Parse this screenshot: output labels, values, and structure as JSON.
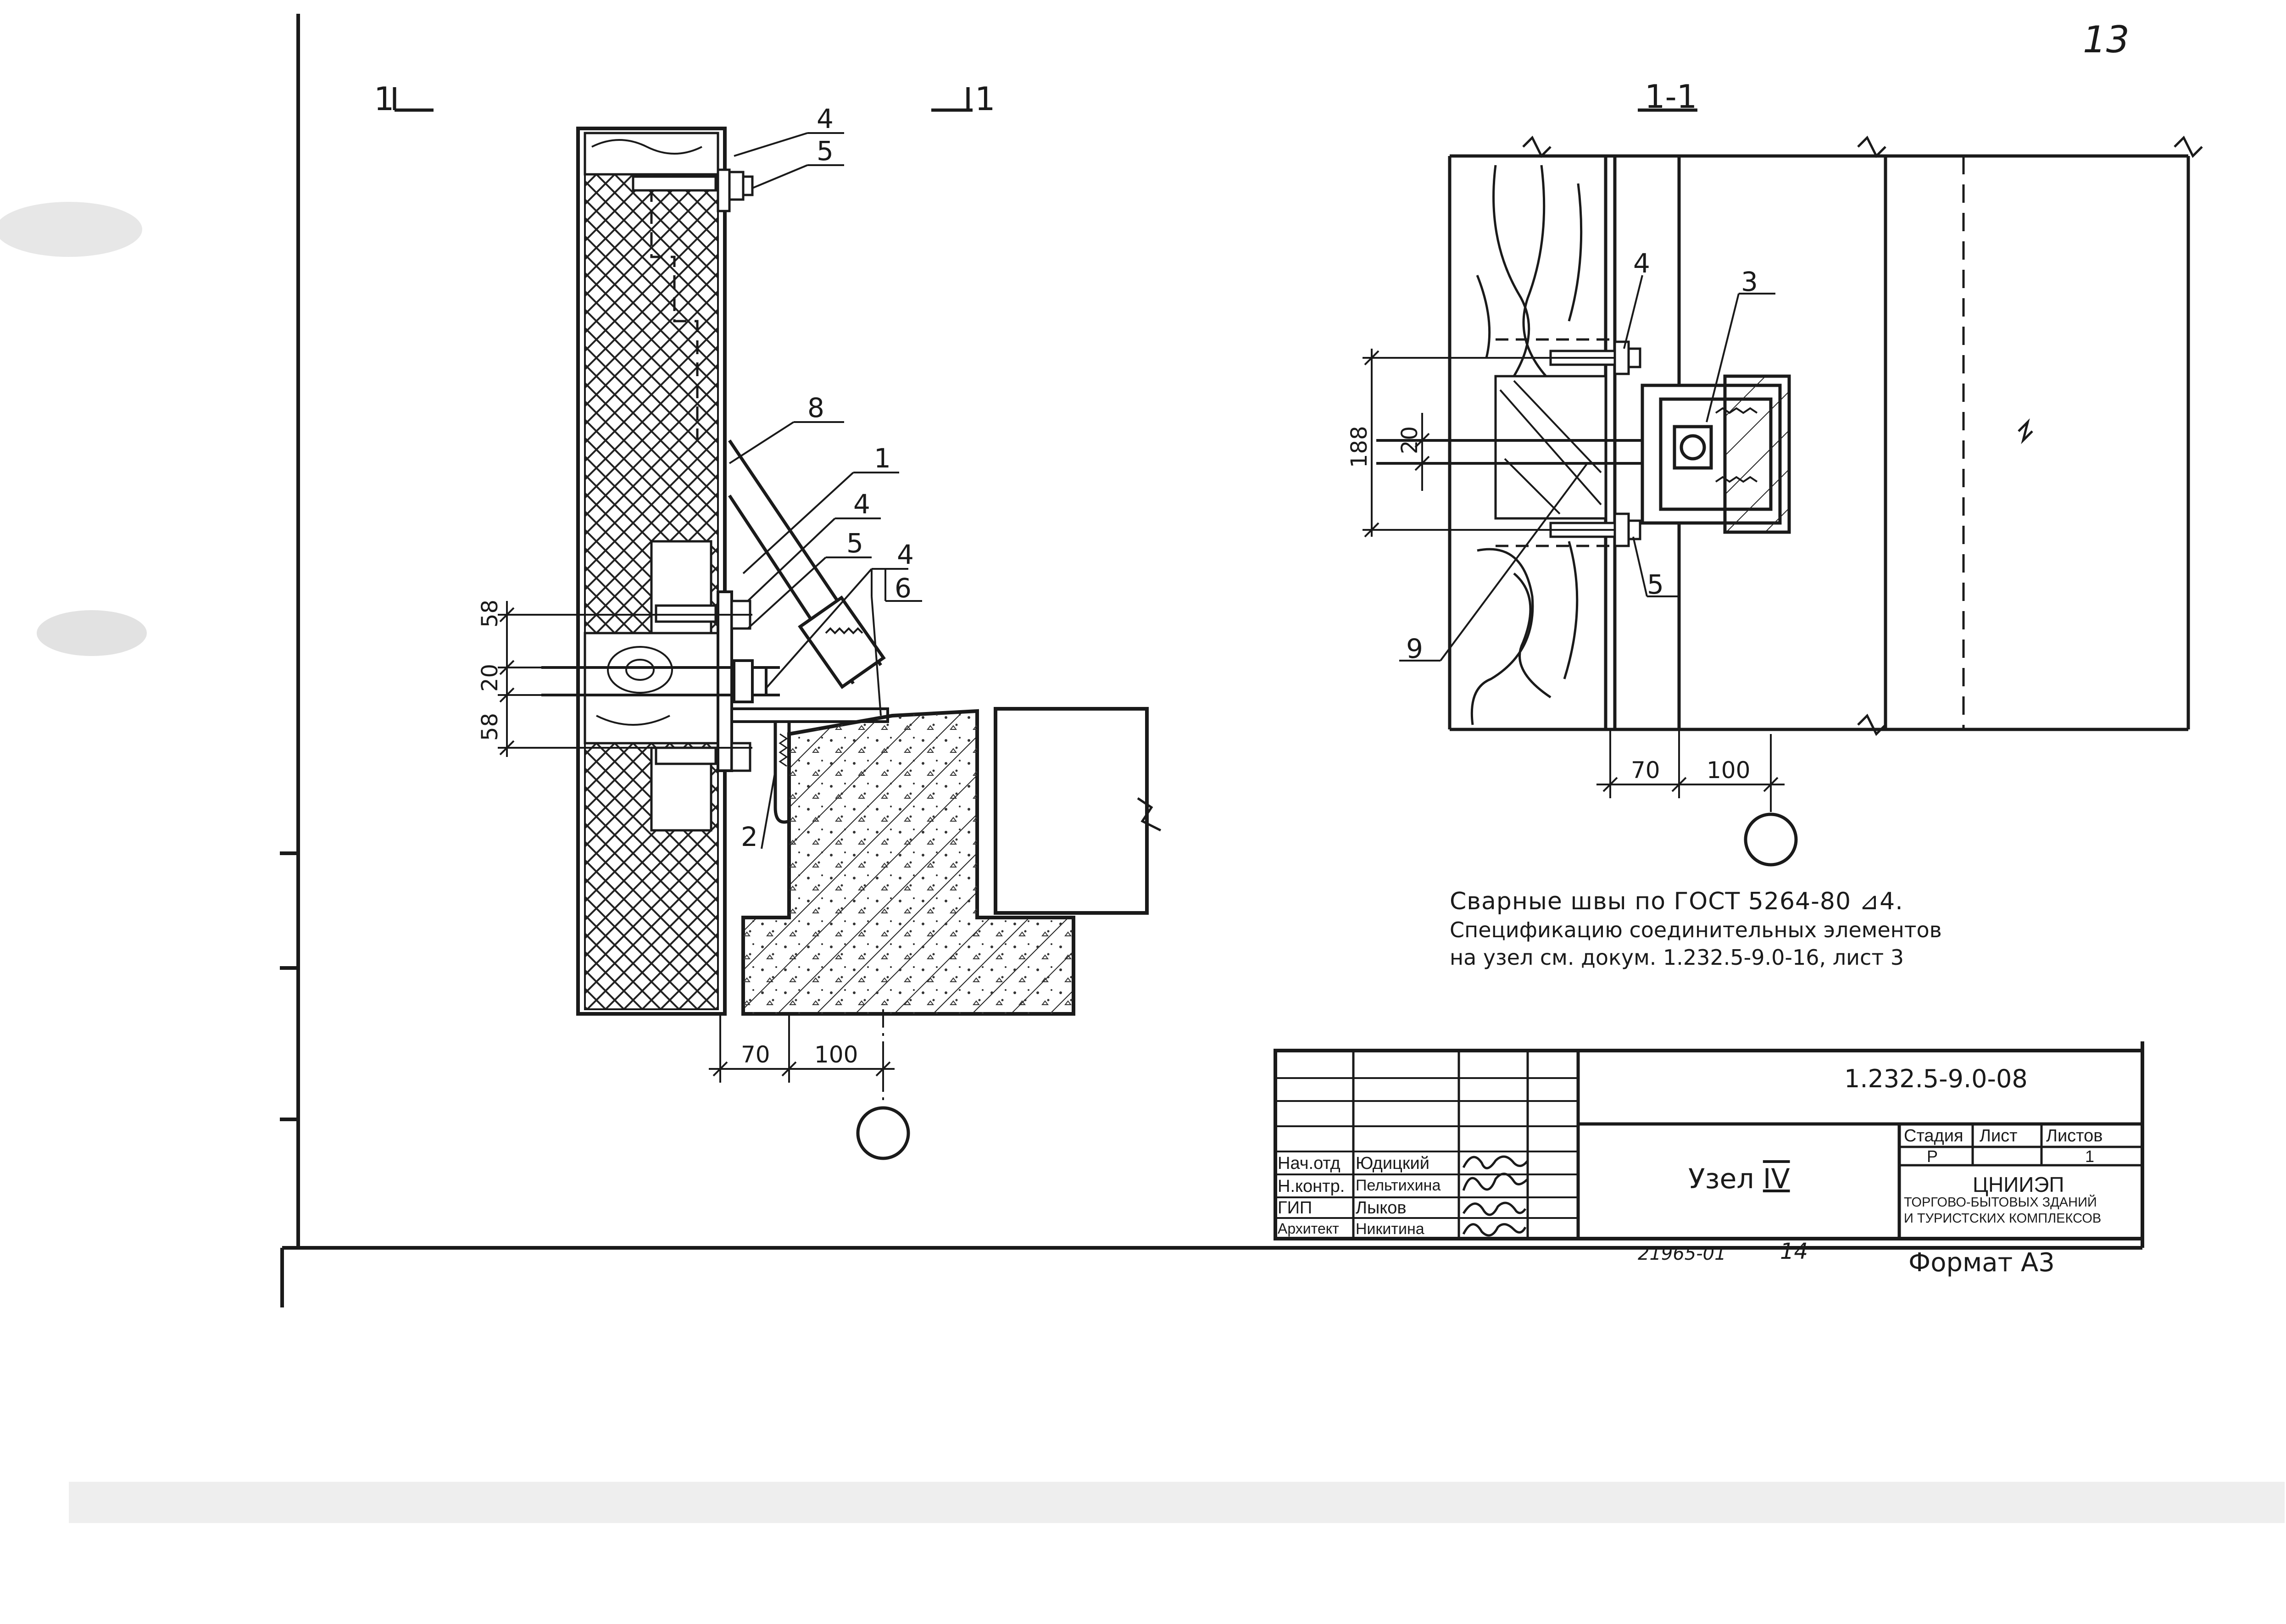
{
  "sheet_number": "13",
  "section_marks": {
    "left_a": "1",
    "left_b": "1",
    "right": "1-1"
  },
  "left_view": {
    "callouts": [
      "4",
      "5",
      "8",
      "1",
      "4",
      "5",
      "4",
      "6",
      "2"
    ],
    "dims_vertical": [
      "58",
      "20",
      "58"
    ],
    "dims_horizontal": [
      "70",
      "100"
    ]
  },
  "right_view": {
    "callouts": [
      "4",
      "3",
      "5",
      "9"
    ],
    "dims_vertical": [
      "188",
      "20"
    ],
    "dims_horizontal": [
      "70",
      "100"
    ]
  },
  "notes": [
    "Сварные швы по ГОСТ 5264-80 ⊿4.",
    "Спецификацию соединительных элементов",
    "на узел см. докум. 1.232.5-9.0-16, лист 3"
  ],
  "title_block": {
    "doc_code": "1.232.5-9.0-08",
    "title_prefix": "Узел",
    "title_roman": "IV",
    "stage_header": "Стадия",
    "sheet_header": "Лист",
    "sheets_header": "Листов",
    "stage_value": "Р",
    "sheets_value": "1",
    "org_name": "ЦНИИЭП",
    "org_line1": "торгово-бытовых зданий",
    "org_line2": "и туристских комплексов",
    "people": [
      {
        "role": "Нач.отд",
        "name": "Юдицкий"
      },
      {
        "role": "Н.контр.",
        "name": "Пельтихина"
      },
      {
        "role": "ГИП",
        "name": "Лыков"
      },
      {
        "role": "Архитект",
        "name": "Никитина"
      }
    ],
    "archive_number": "21965-01",
    "archive_sheet": "14",
    "format_label": "Формат А3"
  }
}
